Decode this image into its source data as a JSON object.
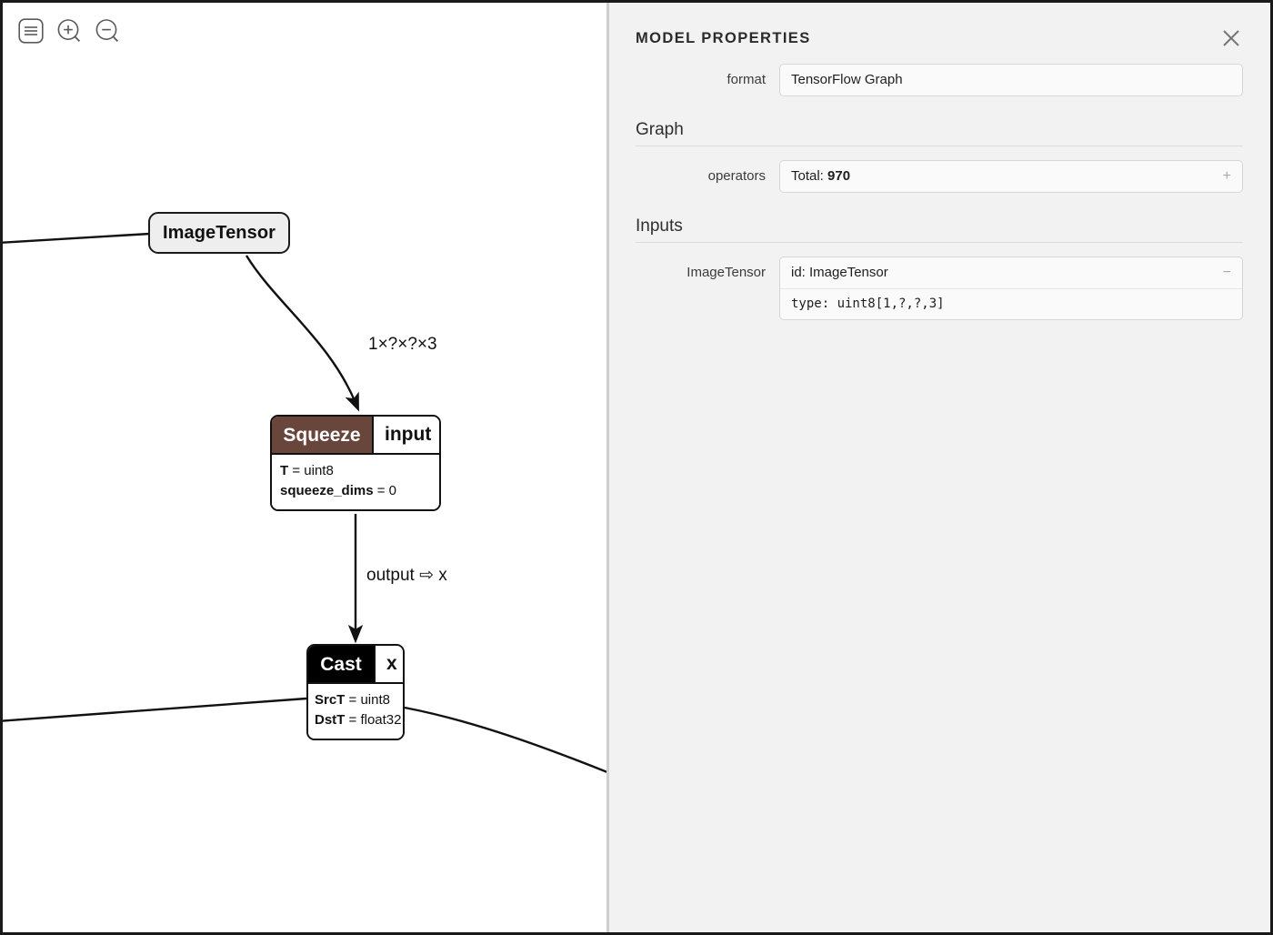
{
  "toolbar": {
    "items": [
      {
        "icon": "menu-icon",
        "title": "Menu"
      },
      {
        "icon": "zoom-in-icon",
        "title": "Zoom In"
      },
      {
        "icon": "zoom-out-icon",
        "title": "Zoom Out"
      }
    ]
  },
  "graph": {
    "nodes": {
      "input_node": {
        "label": "ImageTensor"
      },
      "squeeze": {
        "title": "Squeeze",
        "port": "input",
        "attributes": [
          {
            "key": "T",
            "sep": " = ",
            "value": "uint8"
          },
          {
            "key": "squeeze_dims",
            "sep": " = ",
            "value": "0"
          }
        ]
      },
      "cast": {
        "title": "Cast",
        "port": "x",
        "attributes": [
          {
            "key": "SrcT",
            "sep": " = ",
            "value": "uint8"
          },
          {
            "key": "DstT",
            "sep": " = ",
            "value": "float32"
          }
        ]
      }
    },
    "edge_labels": {
      "shape": "1×?×?×3",
      "output": "output ⇨ x"
    },
    "colors": {
      "squeeze_header": "#69463b",
      "cast_header": "#000000",
      "input_node_fill": "#eeeeee",
      "stroke": "#111111"
    }
  },
  "panel": {
    "title": "MODEL PROPERTIES",
    "close_icon": "close-icon",
    "format_row": {
      "label": "format",
      "value": "TensorFlow Graph"
    },
    "sections": [
      {
        "heading": "Graph"
      },
      {
        "heading": "Inputs"
      }
    ],
    "operators_row": {
      "label": "operators",
      "value_prefix": "Total: ",
      "value_number": "970",
      "toggle": "+"
    },
    "input_row": {
      "label": "ImageTensor",
      "id_line": "id: ImageTensor",
      "type_line": "type: uint8[1,?,?,3]",
      "toggle": "−"
    }
  }
}
